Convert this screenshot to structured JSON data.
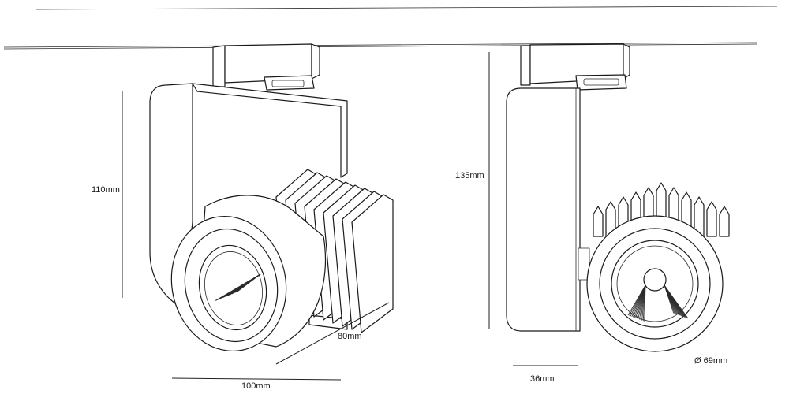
{
  "dimensions": {
    "height_front": "110mm",
    "height_side": "135mm",
    "depth": "80mm",
    "width": "100mm",
    "side_width": "36mm",
    "diameter": "Ø 69mm"
  },
  "colors": {
    "line": "#1a1a1a",
    "background": "#ffffff"
  }
}
